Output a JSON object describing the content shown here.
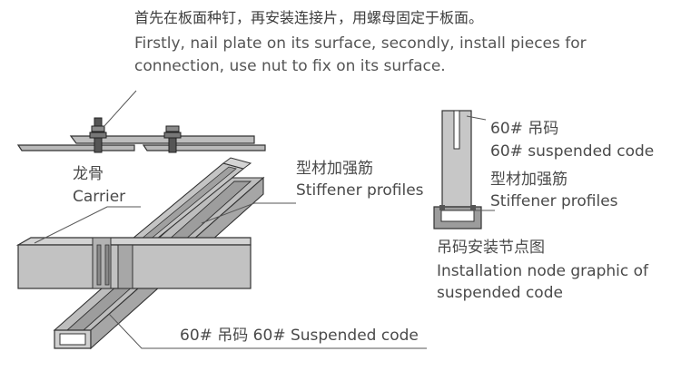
{
  "caption": {
    "cn": "首先在板面种钉，再安装连接片，用螺母固定于板面。",
    "en_line1": "Firstly, nail plate on its surface, secondly, install pieces for",
    "en_line2": "connection, use nut to fix on its surface."
  },
  "labels": {
    "carrier_cn": "龙骨",
    "carrier_en": "Carrier",
    "stiffener_cn": "型材加强筋",
    "stiffener_en": "Stiffener profiles",
    "suspended_bottom": "60# 吊码 60# Suspended code",
    "right_code_cn": "60# 吊码",
    "right_code_en": "60# suspended code",
    "right_stiffener_cn": "型材加强筋",
    "right_stiffener_en": "Stiffener profiles",
    "node_cn": "吊码安装节点图",
    "node_en_line1": "Installation node graphic of",
    "node_en_line2": "suspended code"
  },
  "colors": {
    "steel_light": "#c9c9c9",
    "steel_mid": "#a9a9a9",
    "steel_dark": "#8e8e8e",
    "outline": "#333333",
    "leader": "#555555"
  }
}
